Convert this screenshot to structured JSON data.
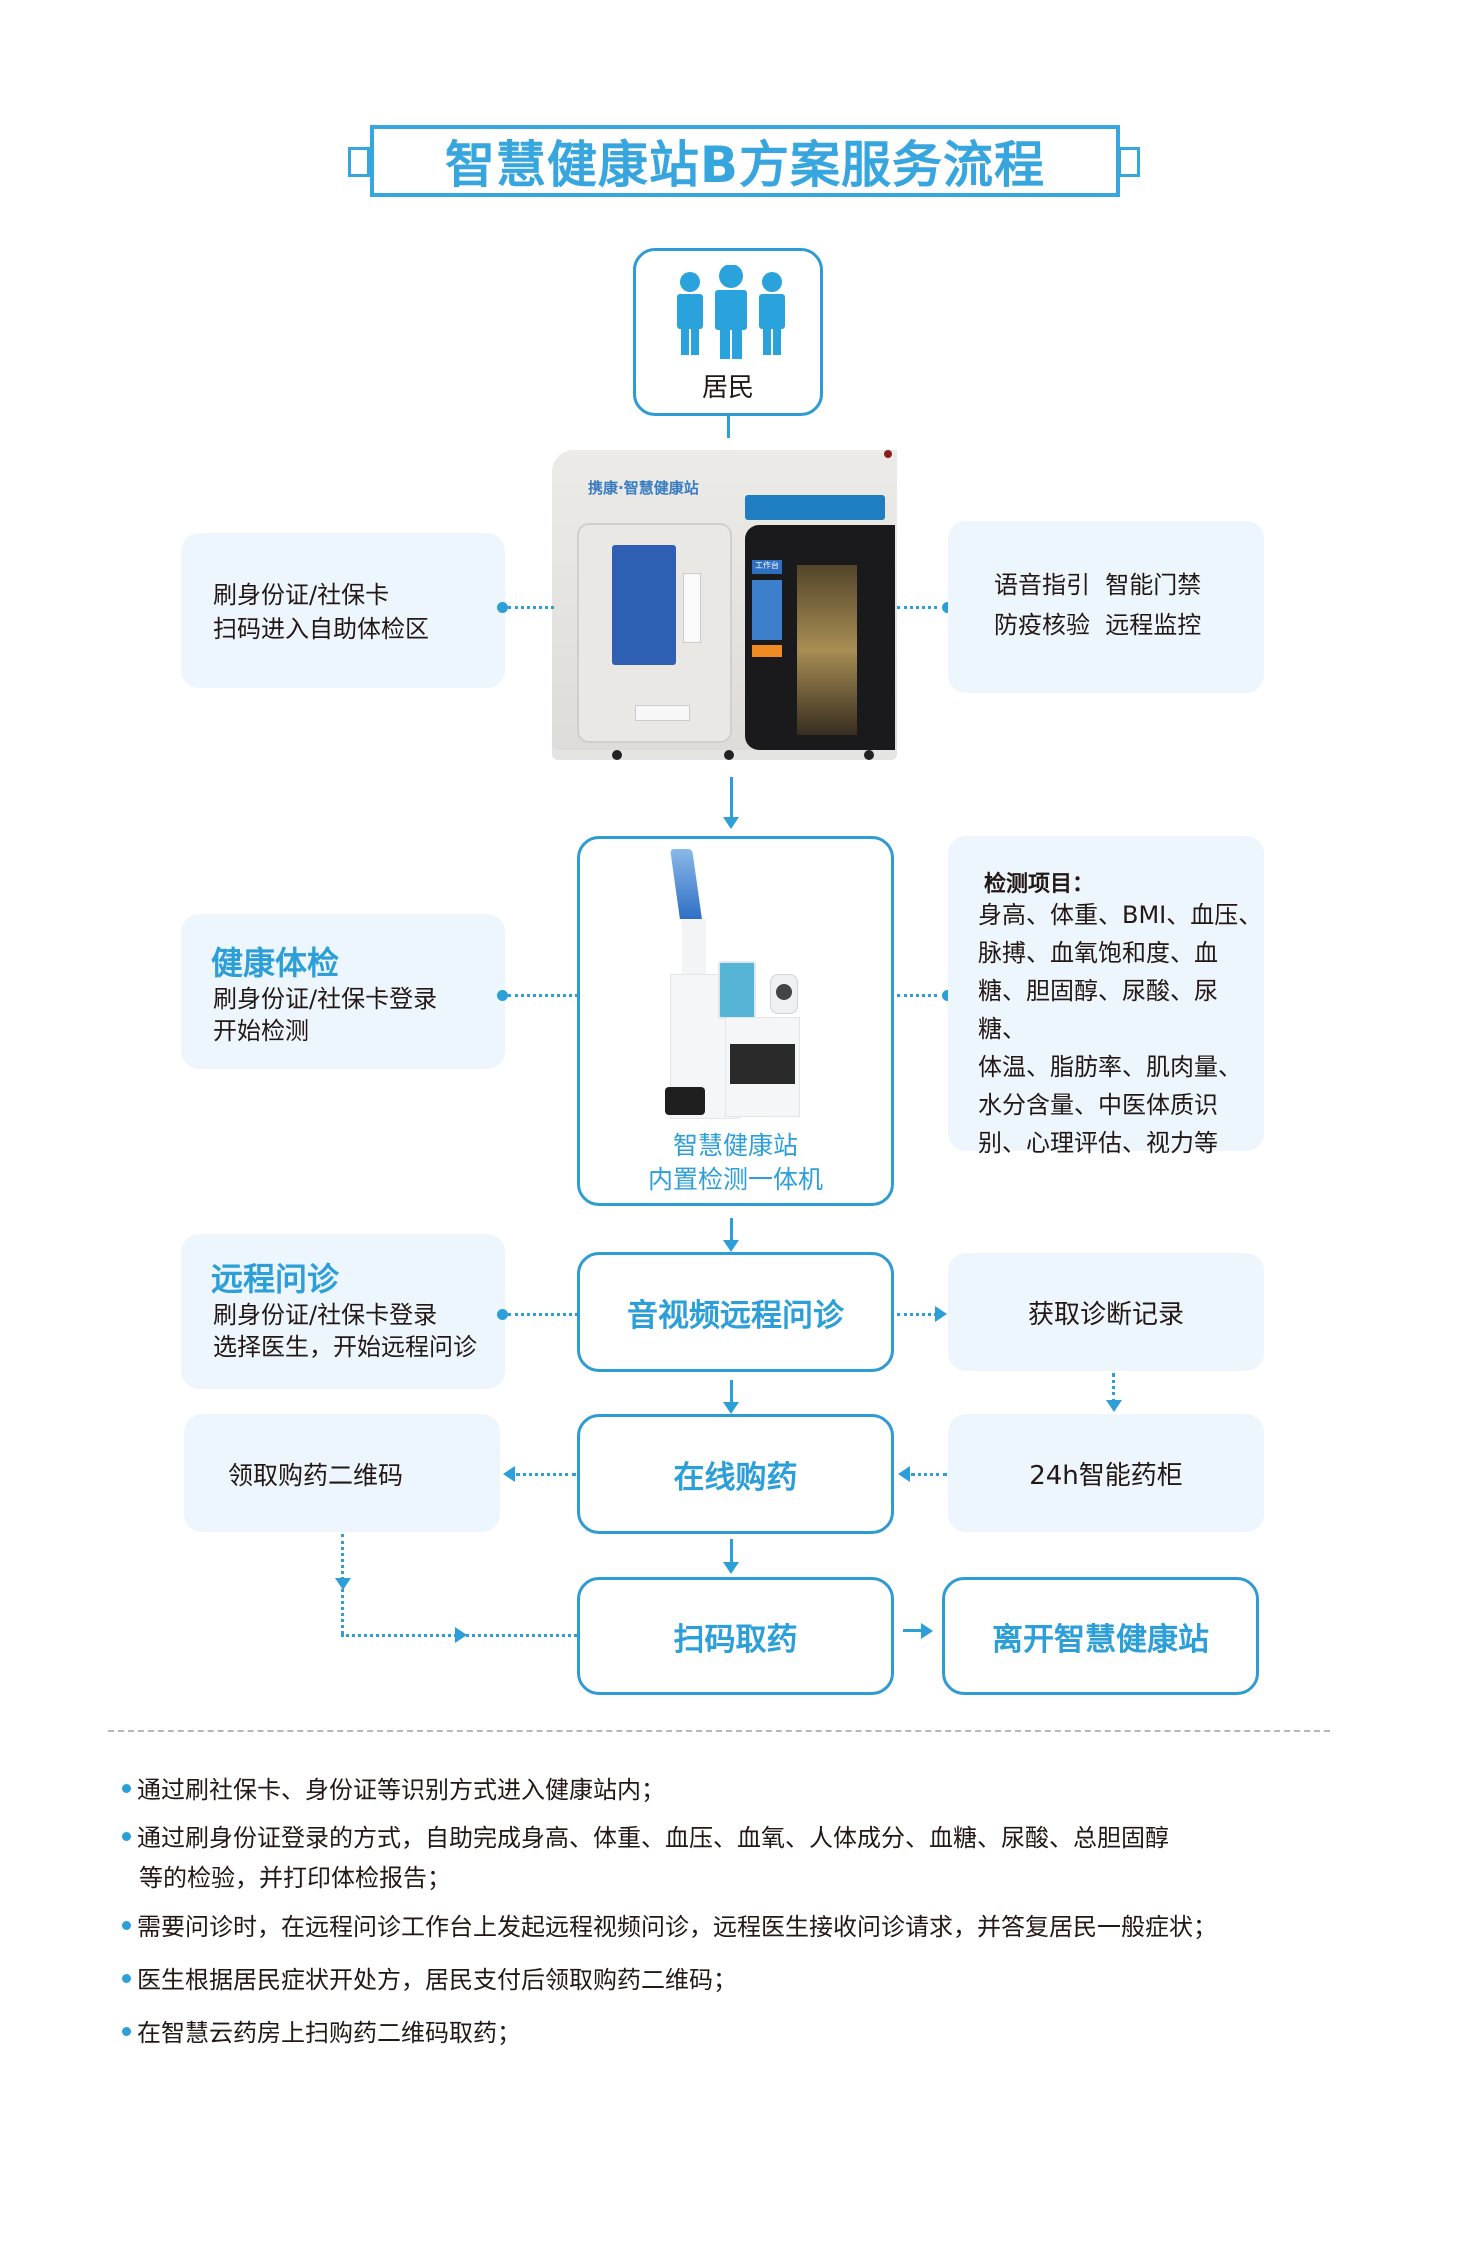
{
  "title": "智慧健康站B方案服务流程",
  "resident": {
    "icon": "people-icon",
    "label": "居民"
  },
  "kiosk": {
    "brand_label": "携康·智慧健康站",
    "side_tag": "工作台"
  },
  "entry_left": {
    "lines": [
      "刷身份证/社保卡",
      "扫码进入自助体检区"
    ]
  },
  "entry_right": {
    "lines": [
      "语音指引  智能门禁",
      "防疫核验  远程监控"
    ]
  },
  "health_check": {
    "heading": "健康体检",
    "lines": [
      "刷身份证/社保卡登录",
      "开始检测"
    ]
  },
  "device": {
    "lines": [
      "智慧健康站",
      "内置检测一体机"
    ]
  },
  "test_items": {
    "heading": "检测项目：",
    "lines": [
      "身高、体重、BMI、血压、",
      "脉搏、血氧饱和度、血",
      "糖、胆固醇、尿酸、尿糖、",
      "体温、脂肪率、肌肉量、",
      "水分含量、中医体质识",
      "别、心理评估、视力等"
    ]
  },
  "remote_consult": {
    "heading": "远程问诊",
    "lines": [
      "刷身份证/社保卡登录",
      "选择医生，开始远程问诊"
    ]
  },
  "av_consult": {
    "label": "音视频远程问诊"
  },
  "diagnosis_record": {
    "label": "获取诊断记录"
  },
  "qr_code": {
    "label": "领取购药二维码"
  },
  "online_purchase": {
    "label": "在线购药"
  },
  "cabinet": {
    "label": "24h智能药柜"
  },
  "scan_pickup": {
    "label": "扫码取药"
  },
  "leave": {
    "label": "离开智慧健康站"
  },
  "notes": [
    "通过刷社保卡、身份证等识别方式进入健康站内；",
    "通过刷身份证登录的方式，自助完成身高、体重、血压、血氧、人体成分、血糖、尿酸、总胆固醇",
    "等的检验，并打印体检报告；",
    "需要问诊时，在远程问诊工作台上发起远程视频问诊，远程医生接收问诊请求，并答复居民一般症状；",
    "医生根据居民症状开处方，居民支付后领取购药二维码；",
    "在智慧云药房上扫购药二维码取药；"
  ],
  "colors": {
    "accent": "#2d9fd8",
    "title": "#38a6de",
    "soft_box": "#edf6fd",
    "text": "#231815"
  }
}
